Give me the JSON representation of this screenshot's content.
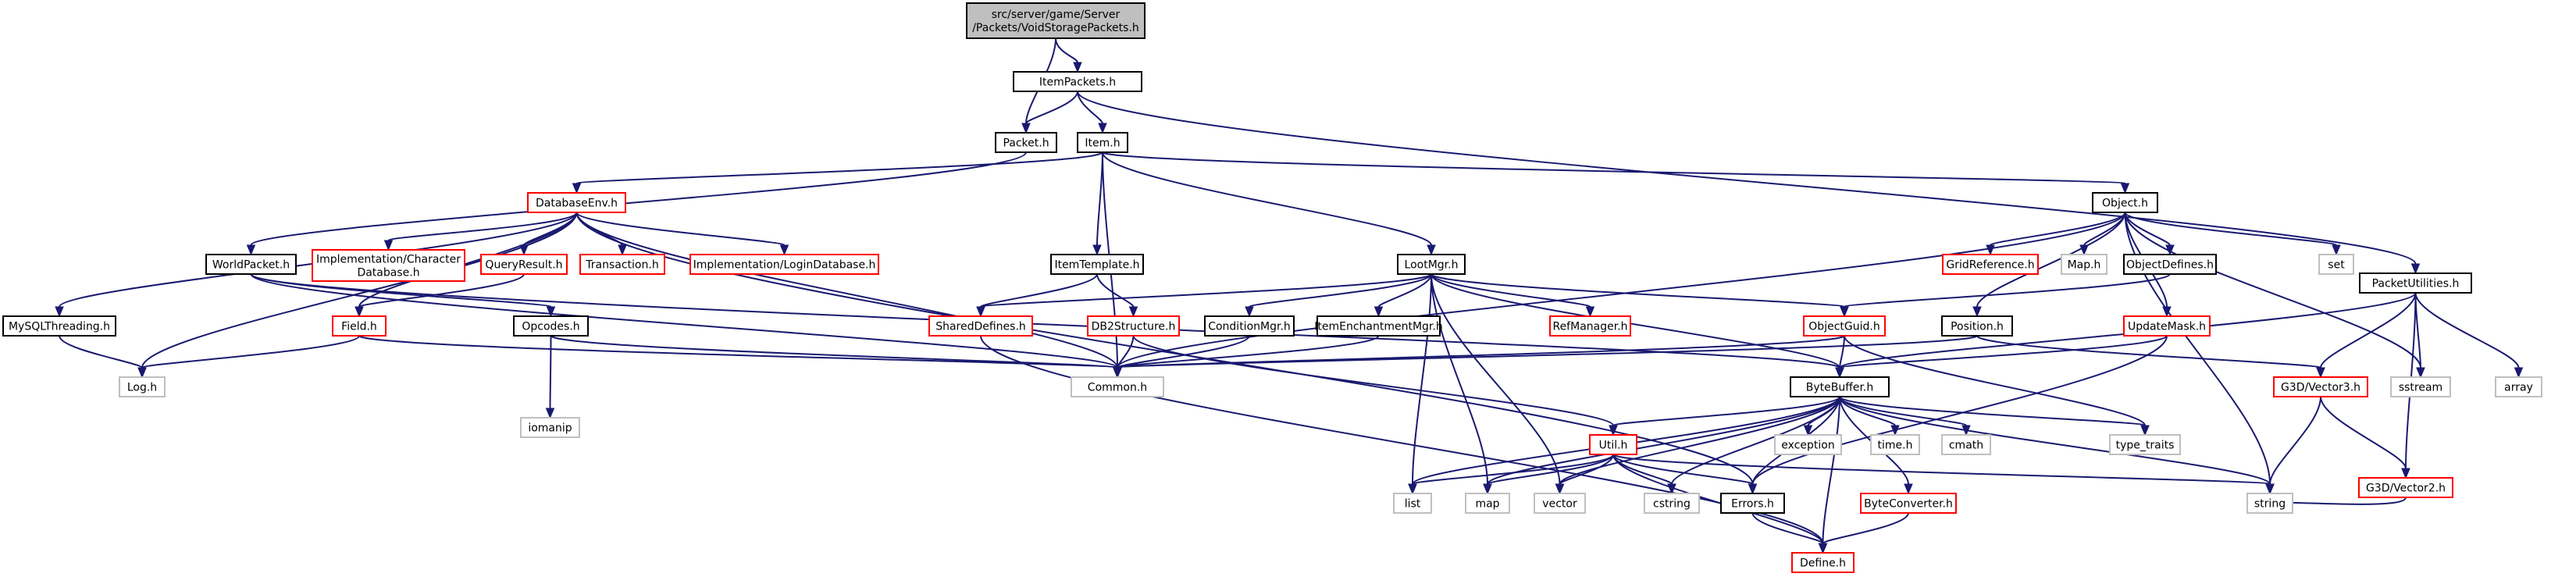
{
  "diagram": {
    "kind": "include-dependency-graph",
    "colors": {
      "edge": "#191970",
      "root_fill": "#bfbfbf",
      "root_stroke": "#000000",
      "documented_stroke": "#000000",
      "truncated_stroke": "#ff0000",
      "external_stroke": "#bfbfbf",
      "fill": "#ffffff"
    },
    "nodes": [
      {
        "id": "root",
        "lines": [
          "src/server/game/Server",
          "/Packets/VoidStoragePackets.h"
        ],
        "style": "root"
      },
      {
        "id": "itempackets",
        "lines": [
          "ItemPackets.h"
        ],
        "style": "documented"
      },
      {
        "id": "packet",
        "lines": [
          "Packet.h"
        ],
        "style": "documented"
      },
      {
        "id": "item",
        "lines": [
          "Item.h"
        ],
        "style": "documented"
      },
      {
        "id": "databaseenv",
        "lines": [
          "DatabaseEnv.h"
        ],
        "style": "truncated"
      },
      {
        "id": "object",
        "lines": [
          "Object.h"
        ],
        "style": "documented"
      },
      {
        "id": "packetutilities",
        "lines": [
          "PacketUtilities.h"
        ],
        "style": "documented"
      },
      {
        "id": "mysqlthreading",
        "lines": [
          "MySQLThreading.h"
        ],
        "style": "documented"
      },
      {
        "id": "worldpacket",
        "lines": [
          "WorldPacket.h"
        ],
        "style": "documented"
      },
      {
        "id": "implchar",
        "lines": [
          "Implementation/Character",
          "Database.h"
        ],
        "style": "truncated"
      },
      {
        "id": "queryresult",
        "lines": [
          "QueryResult.h"
        ],
        "style": "truncated"
      },
      {
        "id": "transaction",
        "lines": [
          "Transaction.h"
        ],
        "style": "truncated"
      },
      {
        "id": "impllogin",
        "lines": [
          "Implementation/LoginDatabase.h"
        ],
        "style": "truncated"
      },
      {
        "id": "itemtemplate",
        "lines": [
          "ItemTemplate.h"
        ],
        "style": "documented"
      },
      {
        "id": "lootmgr",
        "lines": [
          "LootMgr.h"
        ],
        "style": "documented"
      },
      {
        "id": "gridreference",
        "lines": [
          "GridReference.h"
        ],
        "style": "truncated"
      },
      {
        "id": "maph",
        "lines": [
          "Map.h"
        ],
        "style": "external"
      },
      {
        "id": "objectdefines",
        "lines": [
          "ObjectDefines.h"
        ],
        "style": "documented"
      },
      {
        "id": "set",
        "lines": [
          "set"
        ],
        "style": "external"
      },
      {
        "id": "field",
        "lines": [
          "Field.h"
        ],
        "style": "truncated"
      },
      {
        "id": "opcodes",
        "lines": [
          "Opcodes.h"
        ],
        "style": "documented"
      },
      {
        "id": "shareddefines",
        "lines": [
          "SharedDefines.h"
        ],
        "style": "truncated"
      },
      {
        "id": "db2structure",
        "lines": [
          "DB2Structure.h"
        ],
        "style": "truncated"
      },
      {
        "id": "conditionmgr",
        "lines": [
          "ConditionMgr.h"
        ],
        "style": "documented"
      },
      {
        "id": "itemenchant",
        "lines": [
          "ItemEnchantmentMgr.h"
        ],
        "style": "documented"
      },
      {
        "id": "refmanager",
        "lines": [
          "RefManager.h"
        ],
        "style": "truncated"
      },
      {
        "id": "objectguid",
        "lines": [
          "ObjectGuid.h"
        ],
        "style": "truncated"
      },
      {
        "id": "position",
        "lines": [
          "Position.h"
        ],
        "style": "documented"
      },
      {
        "id": "updatemask",
        "lines": [
          "UpdateMask.h"
        ],
        "style": "truncated"
      },
      {
        "id": "logh",
        "lines": [
          "Log.h"
        ],
        "style": "external"
      },
      {
        "id": "iomanip",
        "lines": [
          "iomanip"
        ],
        "style": "external"
      },
      {
        "id": "common",
        "lines": [
          "Common.h"
        ],
        "style": "external"
      },
      {
        "id": "bytebuffer",
        "lines": [
          "ByteBuffer.h"
        ],
        "style": "documented"
      },
      {
        "id": "g3dvector3",
        "lines": [
          "G3D/Vector3.h"
        ],
        "style": "truncated"
      },
      {
        "id": "sstream",
        "lines": [
          "sstream"
        ],
        "style": "external"
      },
      {
        "id": "array",
        "lines": [
          "array"
        ],
        "style": "external"
      },
      {
        "id": "exception",
        "lines": [
          "exception"
        ],
        "style": "external"
      },
      {
        "id": "timeh",
        "lines": [
          "time.h"
        ],
        "style": "external"
      },
      {
        "id": "cmath",
        "lines": [
          "cmath"
        ],
        "style": "external"
      },
      {
        "id": "typetraits",
        "lines": [
          "type_traits"
        ],
        "style": "external"
      },
      {
        "id": "g3dvector2",
        "lines": [
          "G3D/Vector2.h"
        ],
        "style": "truncated"
      },
      {
        "id": "util",
        "lines": [
          "Util.h"
        ],
        "style": "truncated"
      },
      {
        "id": "list",
        "lines": [
          "list"
        ],
        "style": "external"
      },
      {
        "id": "map",
        "lines": [
          "map"
        ],
        "style": "external"
      },
      {
        "id": "vector",
        "lines": [
          "vector"
        ],
        "style": "external"
      },
      {
        "id": "cstring",
        "lines": [
          "cstring"
        ],
        "style": "external"
      },
      {
        "id": "errors",
        "lines": [
          "Errors.h"
        ],
        "style": "documented"
      },
      {
        "id": "byteconverter",
        "lines": [
          "ByteConverter.h"
        ],
        "style": "truncated"
      },
      {
        "id": "string",
        "lines": [
          "string"
        ],
        "style": "external"
      },
      {
        "id": "define",
        "lines": [
          "Define.h"
        ],
        "style": "truncated"
      }
    ],
    "edges": [
      [
        "root",
        "itempackets"
      ],
      [
        "root",
        "packet"
      ],
      [
        "itempackets",
        "packet"
      ],
      [
        "itempackets",
        "item"
      ],
      [
        "itempackets",
        "packetutilities"
      ],
      [
        "packet",
        "worldpacket"
      ],
      [
        "item",
        "databaseenv"
      ],
      [
        "item",
        "object"
      ],
      [
        "item",
        "itemtemplate"
      ],
      [
        "item",
        "lootmgr"
      ],
      [
        "item",
        "common"
      ],
      [
        "databaseenv",
        "mysqlthreading"
      ],
      [
        "databaseenv",
        "logh"
      ],
      [
        "databaseenv",
        "field"
      ],
      [
        "databaseenv",
        "implchar"
      ],
      [
        "databaseenv",
        "queryresult"
      ],
      [
        "databaseenv",
        "transaction"
      ],
      [
        "databaseenv",
        "impllogin"
      ],
      [
        "databaseenv",
        "common"
      ],
      [
        "databaseenv",
        "errors"
      ],
      [
        "mysqlthreading",
        "logh"
      ],
      [
        "worldpacket",
        "opcodes"
      ],
      [
        "worldpacket",
        "common"
      ],
      [
        "worldpacket",
        "bytebuffer"
      ],
      [
        "queryresult",
        "field"
      ],
      [
        "field",
        "logh"
      ],
      [
        "field",
        "common"
      ],
      [
        "opcodes",
        "iomanip"
      ],
      [
        "opcodes",
        "common"
      ],
      [
        "itemtemplate",
        "shareddefines"
      ],
      [
        "itemtemplate",
        "db2structure"
      ],
      [
        "shareddefines",
        "define"
      ],
      [
        "db2structure",
        "common"
      ],
      [
        "db2structure",
        "util"
      ],
      [
        "lootmgr",
        "shareddefines"
      ],
      [
        "lootmgr",
        "conditionmgr"
      ],
      [
        "lootmgr",
        "itemenchant"
      ],
      [
        "lootmgr",
        "refmanager"
      ],
      [
        "lootmgr",
        "objectguid"
      ],
      [
        "lootmgr",
        "bytebuffer"
      ],
      [
        "lootmgr",
        "map"
      ],
      [
        "lootmgr",
        "vector"
      ],
      [
        "lootmgr",
        "list"
      ],
      [
        "conditionmgr",
        "common"
      ],
      [
        "itemenchant",
        "common"
      ],
      [
        "object",
        "gridreference"
      ],
      [
        "object",
        "maph"
      ],
      [
        "object",
        "objectdefines"
      ],
      [
        "object",
        "set"
      ],
      [
        "object",
        "position"
      ],
      [
        "object",
        "updatemask"
      ],
      [
        "object",
        "common"
      ],
      [
        "object",
        "sstream"
      ],
      [
        "object",
        "string"
      ],
      [
        "objectdefines",
        "objectguid"
      ],
      [
        "objectguid",
        "common"
      ],
      [
        "objectguid",
        "bytebuffer"
      ],
      [
        "objectguid",
        "typetraits"
      ],
      [
        "position",
        "common"
      ],
      [
        "position",
        "g3dvector3"
      ],
      [
        "updatemask",
        "bytebuffer"
      ],
      [
        "updatemask",
        "errors"
      ],
      [
        "packetutilities",
        "bytebuffer"
      ],
      [
        "packetutilities",
        "g3dvector3"
      ],
      [
        "packetutilities",
        "g3dvector2"
      ],
      [
        "packetutilities",
        "sstream"
      ],
      [
        "packetutilities",
        "array"
      ],
      [
        "g3dvector3",
        "g3dvector2"
      ],
      [
        "g3dvector3",
        "string"
      ],
      [
        "g3dvector2",
        "string"
      ],
      [
        "bytebuffer",
        "define"
      ],
      [
        "bytebuffer",
        "errors"
      ],
      [
        "bytebuffer",
        "exception"
      ],
      [
        "bytebuffer",
        "list"
      ],
      [
        "bytebuffer",
        "map"
      ],
      [
        "bytebuffer",
        "string"
      ],
      [
        "bytebuffer",
        "vector"
      ],
      [
        "bytebuffer",
        "cstring"
      ],
      [
        "bytebuffer",
        "timeh"
      ],
      [
        "bytebuffer",
        "cmath"
      ],
      [
        "bytebuffer",
        "typetraits"
      ],
      [
        "bytebuffer",
        "byteconverter"
      ],
      [
        "bytebuffer",
        "util"
      ],
      [
        "util",
        "define"
      ],
      [
        "util",
        "errors"
      ],
      [
        "util",
        "list"
      ],
      [
        "util",
        "map"
      ],
      [
        "util",
        "vector"
      ],
      [
        "util",
        "cstring"
      ],
      [
        "util",
        "string"
      ],
      [
        "errors",
        "define"
      ],
      [
        "byteconverter",
        "define"
      ]
    ]
  }
}
